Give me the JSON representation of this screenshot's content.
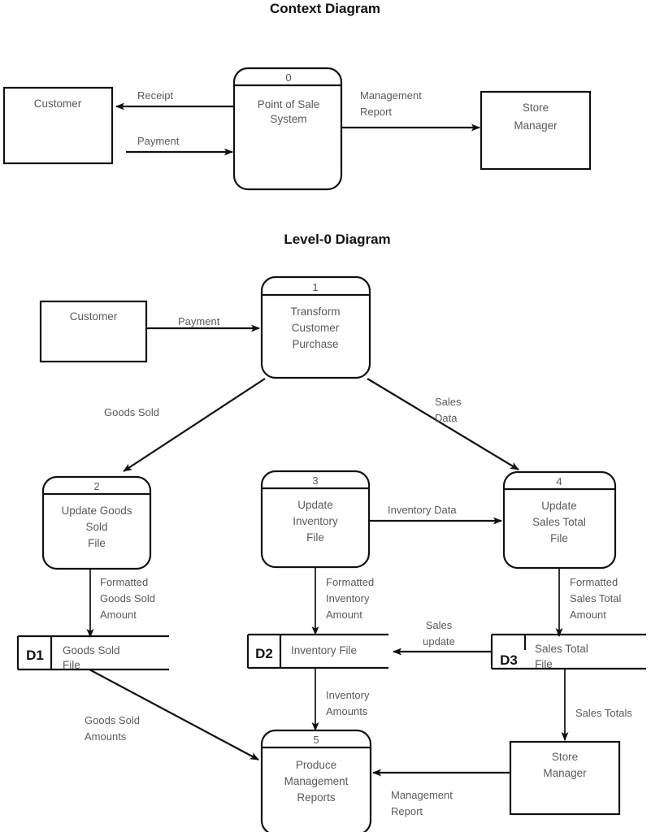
{
  "page": {
    "background": "#ffffff",
    "ink": "#111111",
    "text_color": "#555555"
  },
  "diagrams": [
    {
      "title": "Context Diagram",
      "entities": [
        {
          "name": "customer",
          "label": "Customer"
        },
        {
          "name": "store-manager",
          "label": "Store Manager",
          "label_line1": "Store",
          "label_line2": "Manager"
        }
      ],
      "processes": [
        {
          "name": "point-of-sale-system",
          "number": "0",
          "label_line1": "Point of Sale",
          "label_line2": "System"
        }
      ],
      "flows": [
        {
          "name": "receipt",
          "label": "Receipt",
          "from": "point-of-sale-system",
          "to": "customer"
        },
        {
          "name": "payment",
          "label": "Payment",
          "from": "customer",
          "to": "point-of-sale-system"
        },
        {
          "name": "management-report",
          "label": "Management Report",
          "label_line1": "Management",
          "label_line2": "Report",
          "from": "point-of-sale-system",
          "to": "store-manager"
        }
      ]
    },
    {
      "title": "Level-0 Diagram",
      "entities": [
        {
          "name": "customer",
          "label": "Customer"
        },
        {
          "name": "store-manager",
          "label": "Store Manager",
          "label_line1": "Store",
          "label_line2": "Manager"
        }
      ],
      "processes": [
        {
          "name": "transform-customer-purchase",
          "number": "1",
          "label_line1": "Transform",
          "label_line2": "Customer",
          "label_line3": "Purchase"
        },
        {
          "name": "update-goods-sold-file",
          "number": "2",
          "label_line1": "Update  Goods",
          "label_line2": "Sold",
          "label_line3": "File"
        },
        {
          "name": "update-inventory-file",
          "number": "3",
          "label_line1": "Update",
          "label_line2": "Inventory",
          "label_line3": "File"
        },
        {
          "name": "update-sales-total-file",
          "number": "4",
          "label_line1": "Update",
          "label_line2": "Sales Total",
          "label_line3": "File"
        },
        {
          "name": "produce-management-reports",
          "number": "5",
          "label_line1": "Produce",
          "label_line2": "Management",
          "label_line3": "Reports"
        }
      ],
      "data_stores": [
        {
          "name": "goods-sold-file",
          "id": "D1",
          "label_line1": "Goods Sold",
          "label_line2": "File"
        },
        {
          "name": "inventory-file",
          "id": "D2",
          "label_line1": "Inventory File",
          "label_line2": ""
        },
        {
          "name": "sales-total-file",
          "id": "D3",
          "label_line1": "Sales Total",
          "label_line2": "File"
        }
      ],
      "flows": [
        {
          "name": "payment",
          "label": "Payment"
        },
        {
          "name": "goods-sold",
          "label": "Goods Sold"
        },
        {
          "name": "sales-data",
          "label": "Sales Data",
          "label_line1": "Sales",
          "label_line2": "Data"
        },
        {
          "name": "inventory-data",
          "label": "Inventory Data"
        },
        {
          "name": "formatted-goods-sold-amount",
          "label": "Formatted Goods Sold Amount",
          "label_line1": "Formatted",
          "label_line2": "Goods Sold",
          "label_line3": "Amount"
        },
        {
          "name": "formatted-inventory-amount",
          "label": "Formatted Inventory Amount",
          "label_line1": "Formatted",
          "label_line2": "Inventory",
          "label_line3": "Amount"
        },
        {
          "name": "formatted-sales-total-amount",
          "label": "Formatted Sales Total Amount",
          "label_line1": "Formatted",
          "label_line2": "Sales Total",
          "label_line3": "Amount"
        },
        {
          "name": "sales-update",
          "label": "Sales update",
          "label_line1": "Sales",
          "label_line2": "update"
        },
        {
          "name": "goods-sold-amounts",
          "label": "Goods Sold Amounts",
          "label_line1": "Goods Sold",
          "label_line2": "Amounts"
        },
        {
          "name": "inventory-amounts",
          "label": "Inventory Amounts",
          "label_line1": "Inventory",
          "label_line2": "Amounts"
        },
        {
          "name": "sales-totals",
          "label": "Sales Totals"
        },
        {
          "name": "management-report",
          "label": "Management Report",
          "label_line1": "Management",
          "label_line2": "Report"
        }
      ]
    }
  ]
}
